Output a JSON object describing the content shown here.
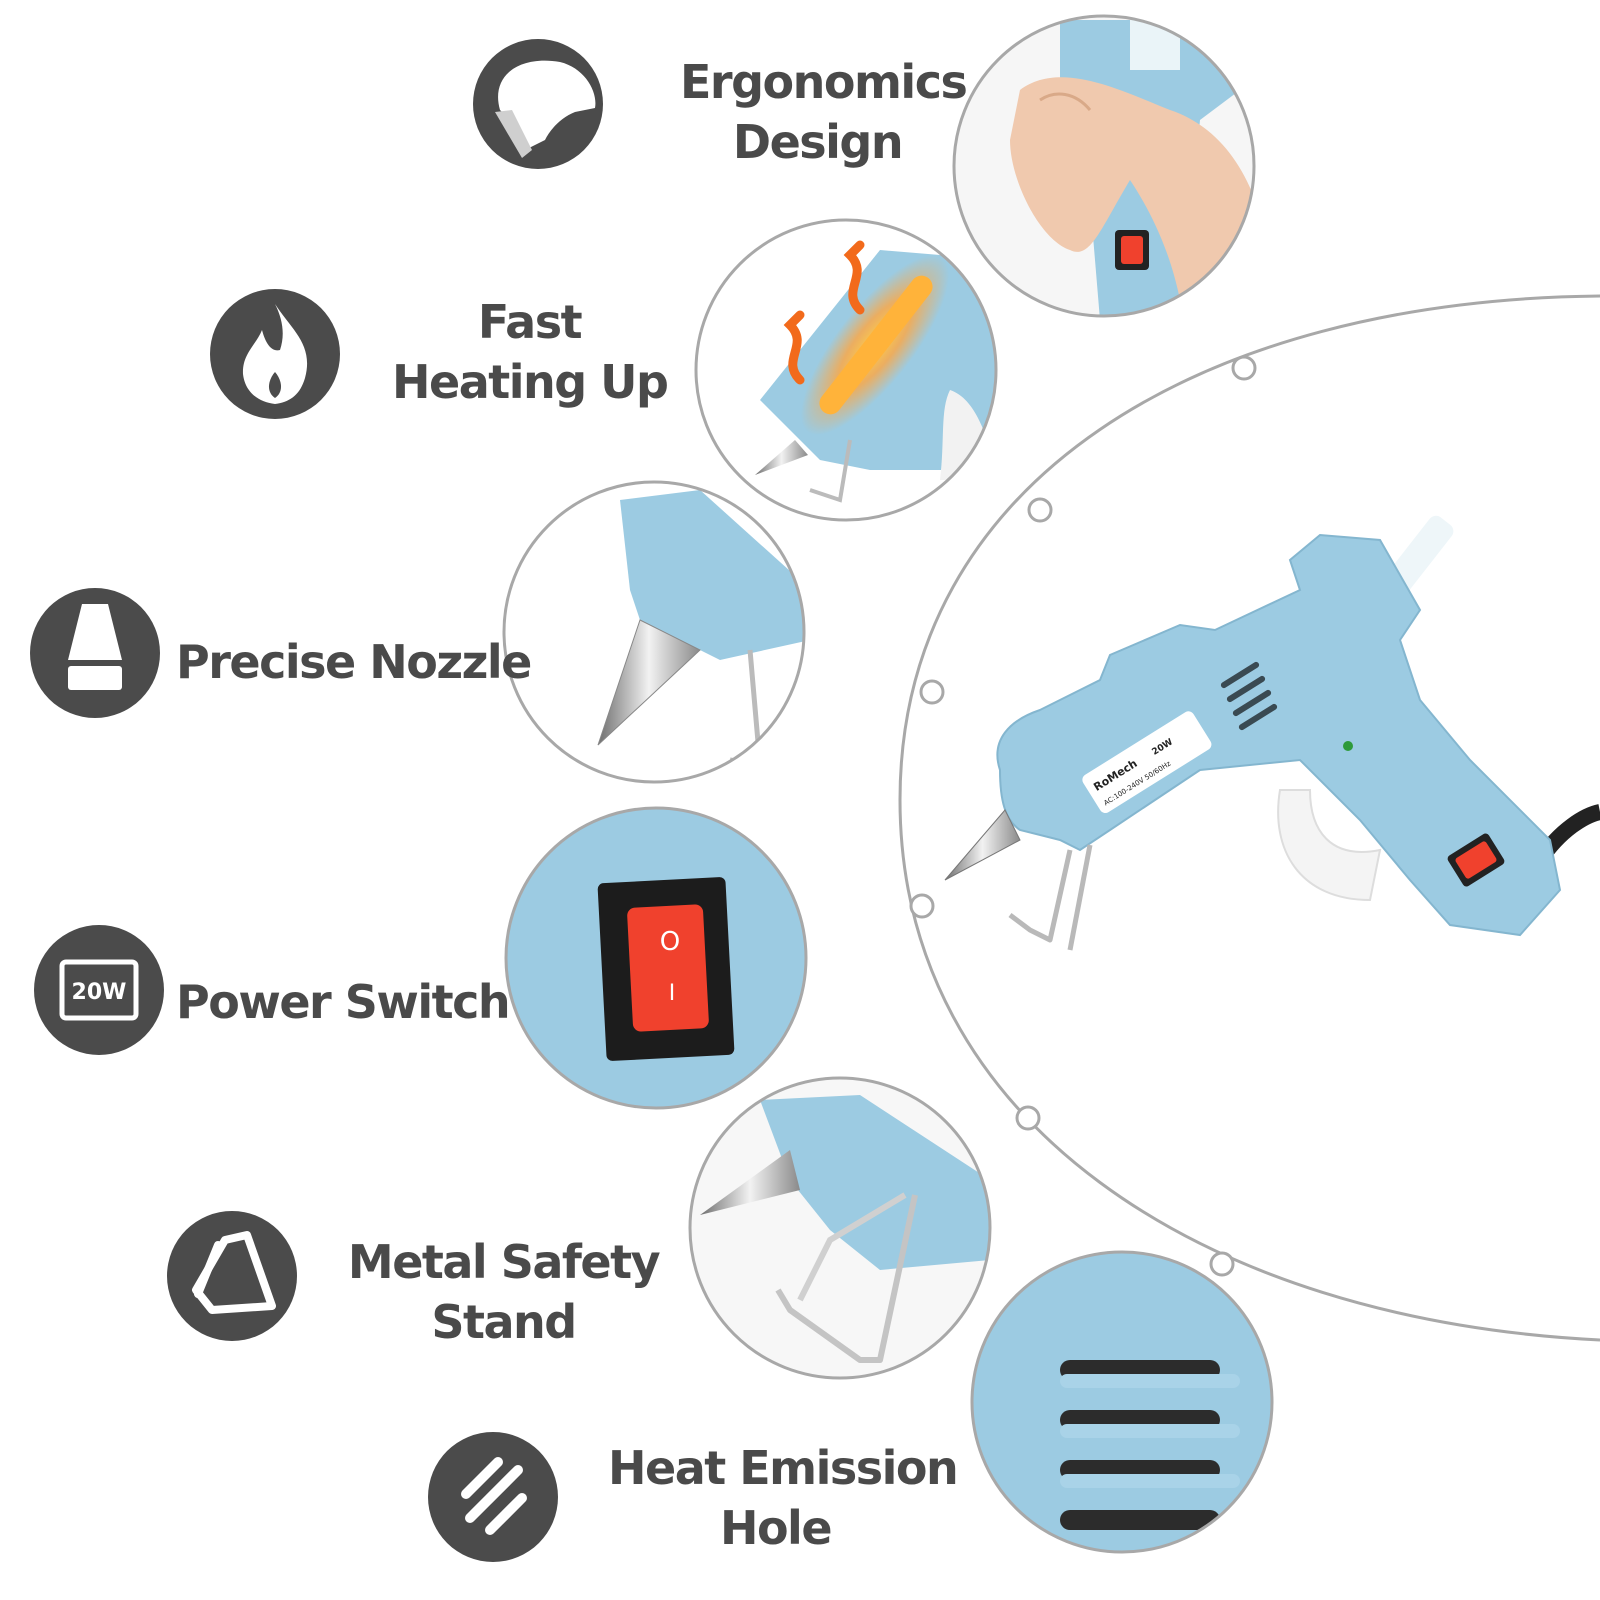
{
  "colors": {
    "icon_bg": "#4b4b4b",
    "text": "#4a4a4a",
    "gun_blue": "#9ccbe2",
    "gun_blue_dark": "#7fb3cc",
    "switch_red": "#f0412d",
    "ring": "#a8a8a8"
  },
  "features": [
    {
      "id": "ergonomics",
      "icon": "hand-grip-icon",
      "lines": [
        "Ergonomics",
        "Design"
      ]
    },
    {
      "id": "heating",
      "icon": "flame-icon",
      "lines": [
        "Fast",
        "Heating Up"
      ]
    },
    {
      "id": "nozzle",
      "icon": "nozzle-icon",
      "lines": [
        "Precise Nozzle"
      ]
    },
    {
      "id": "switch",
      "icon": "power-badge-icon",
      "badge": "20W",
      "lines": [
        "Power Switch"
      ]
    },
    {
      "id": "stand",
      "icon": "stand-icon",
      "lines": [
        "Metal Safety",
        "Stand"
      ]
    },
    {
      "id": "vents",
      "icon": "vent-lines-icon",
      "lines": [
        "Heat Emission",
        "Hole"
      ]
    }
  ],
  "product": {
    "brand": "RoMech",
    "rating": "20W",
    "voltage": "AC:100-240V 50/60Hz",
    "switch_marks": [
      "O",
      "I"
    ]
  }
}
